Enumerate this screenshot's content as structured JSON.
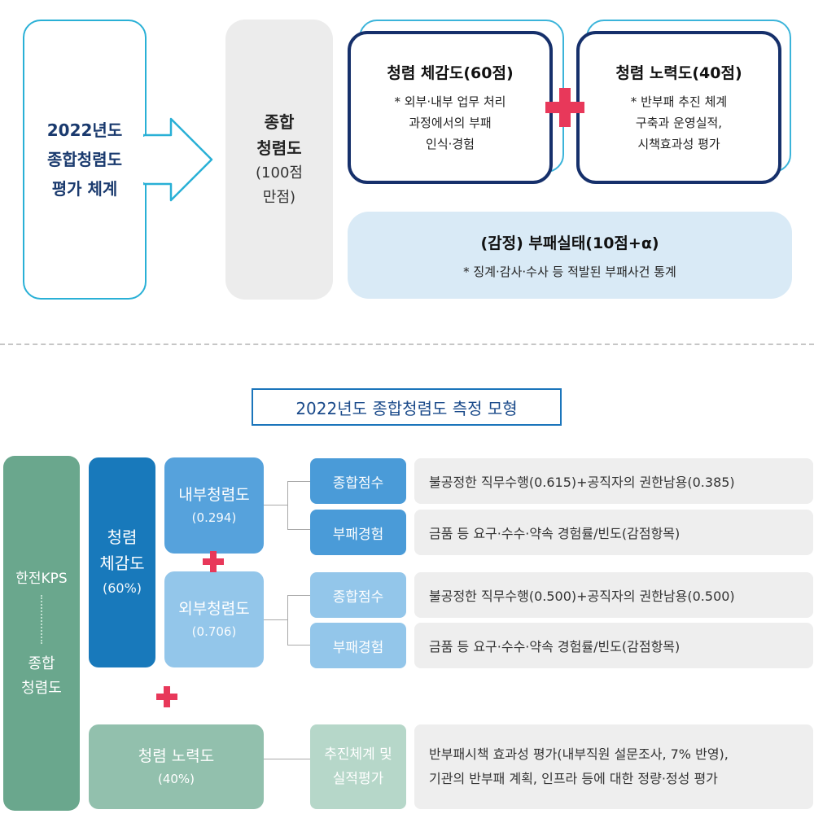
{
  "top": {
    "system_lines": [
      "2022년도",
      "종합청렴도",
      "평가 체계"
    ],
    "total": {
      "title_lines": [
        "종합",
        "청렴도"
      ],
      "sub_lines": [
        "(100점",
        "만점)"
      ]
    },
    "perception": {
      "title": "청렴 체감도(60점)",
      "desc_lines": [
        "* 외부·내부 업무 처리",
        "과정에서의 부패",
        "인식·경험"
      ]
    },
    "effort": {
      "title": "청렴 노력도(40점)",
      "desc_lines": [
        "* 반부패 추진 체계",
        "구축과 운영실적,",
        "시책효과성 평가"
      ]
    },
    "corruption": {
      "title": "(감정) 부패실태(10점+α)",
      "desc": "* 징계·감사·수사 등 적발된 부패사건 통계"
    }
  },
  "bottom": {
    "model_title": "2022년도 종합청렴도 측정 모형",
    "kps": {
      "top": "한전KPS",
      "bottom_lines": [
        "종합",
        "청렴도"
      ]
    },
    "perception": {
      "title_lines": [
        "청렴",
        "체감도"
      ],
      "weight": "(60%)"
    },
    "internal": {
      "title": "내부청렴도",
      "weight": "(0.294)"
    },
    "external": {
      "title": "외부청렴도",
      "weight": "(0.706)"
    },
    "effort": {
      "title": "청렴 노력도",
      "weight": "(40%)"
    },
    "rows": [
      {
        "tag": "종합점수",
        "desc": "불공정한 직무수행(0.615)+공직자의 권한남용(0.385)"
      },
      {
        "tag": "부패경험",
        "desc": "금품 등 요구·수수·약속 경험률/빈도(감점항목)"
      },
      {
        "tag": "종합점수",
        "desc": "불공정한 직무수행(0.500)+공직자의 권한남용(0.500)"
      },
      {
        "tag": "부패경험",
        "desc": "금품 등 요구·수수·약속 경험률/빈도(감점항목)"
      }
    ],
    "effort_row": {
      "tag_lines": [
        "추진체계 및",
        "실적평가"
      ],
      "desc_lines": [
        "반부패시책 효과성 평가(내부직원 설문조사, 7% 반영),",
        "기관의 반부패 계획, 인프라 등에 대한 정량·정성 평가"
      ]
    }
  },
  "colors": {
    "accent_red": "#e8385a",
    "navy": "#16306b",
    "cyan": "#29b0d6",
    "blue_dark": "#1879bb",
    "green": "#6aa78d"
  }
}
